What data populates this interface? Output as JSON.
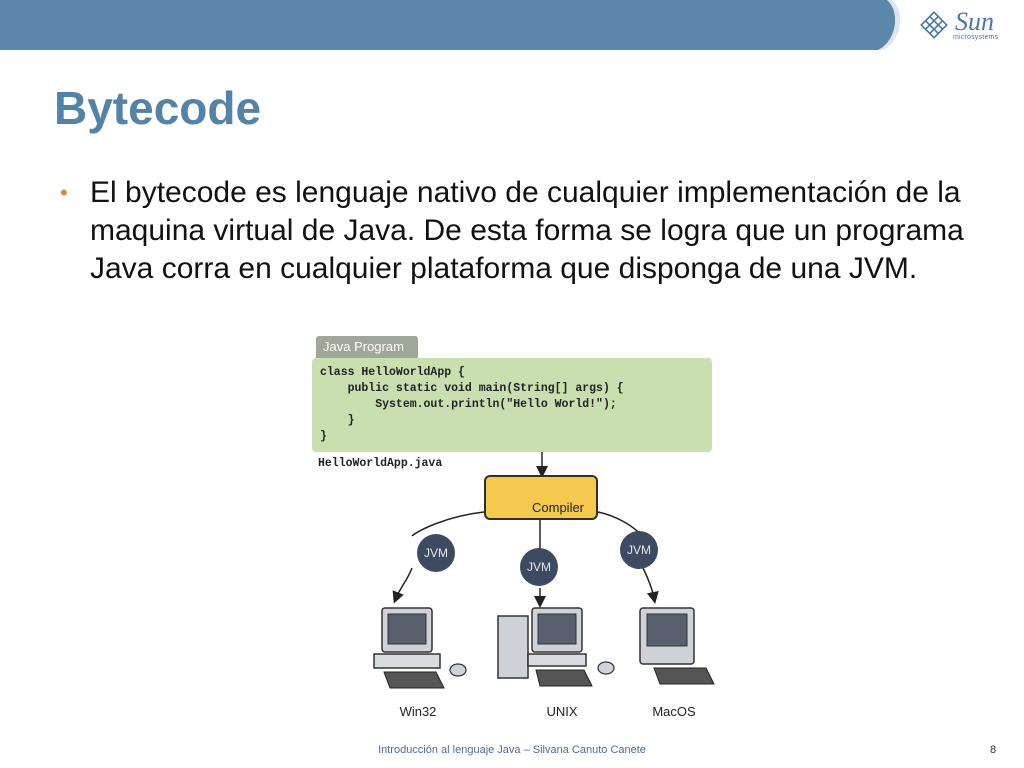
{
  "header": {
    "logo_text": "Sun",
    "logo_subtext": "microsystems",
    "brand_color": "#5b87ad"
  },
  "slide": {
    "title": "Bytecode",
    "bullet": "El bytecode es lenguaje nativo de cualquier implementación de la maquina virtual de Java. De esta forma se logra que un programa Java corra en cualquier plataforma que disponga de una JVM."
  },
  "diagram": {
    "program_tab": "Java Program",
    "code_lines": [
      "class HelloWorldApp {",
      "    public static void main(String[] args) {",
      "        System.out.println(\"Hello World!\");",
      "    }",
      "}"
    ],
    "file_name": "HelloWorldApp.java",
    "compiler_label": "Compiler",
    "jvm_labels": [
      "JVM",
      "JVM",
      "JVM"
    ],
    "platforms": [
      "Win32",
      "UNIX",
      "MacOS"
    ]
  },
  "footer": {
    "text": "Introducción al lenguaje Java – Silvana Canuto Canete",
    "page_number": "8"
  }
}
